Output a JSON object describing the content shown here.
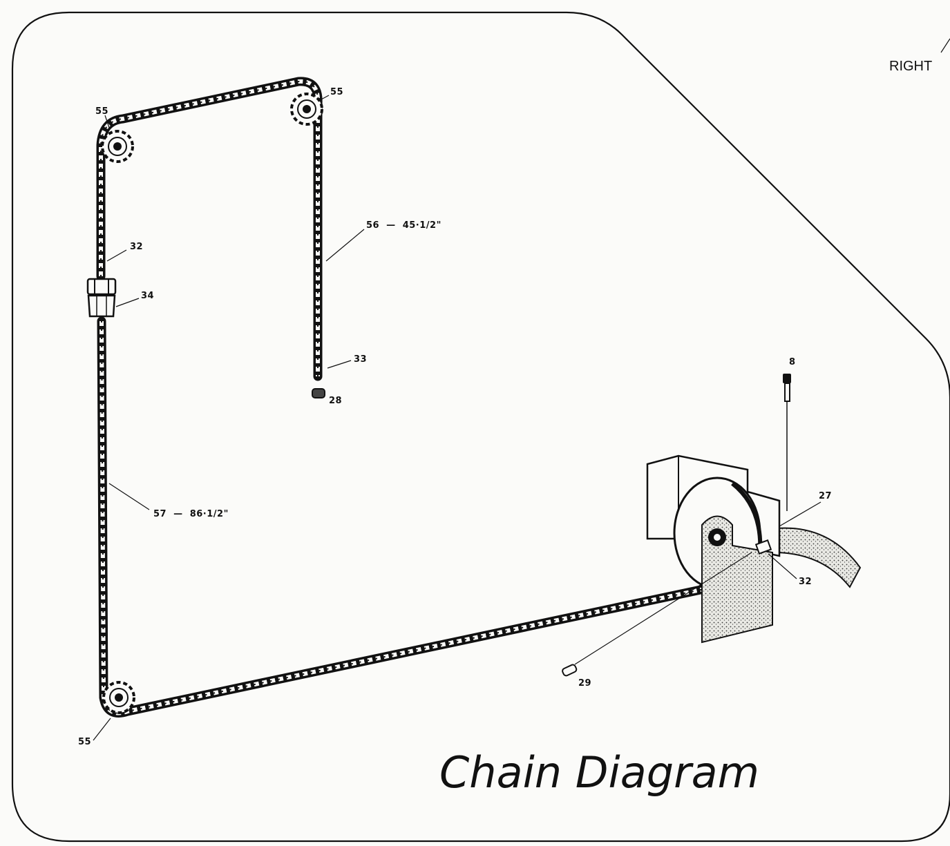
{
  "orientation_label": "RIGHT",
  "title": "Chain Diagram",
  "callouts": {
    "sprocket_top_left": "55",
    "sprocket_top_right": "55",
    "sprocket_bottom_left": "55",
    "part_32_upper": "32",
    "part_34": "34",
    "chain_56": "56  —  45·1/2\"",
    "part_33": "33",
    "part_28": "28",
    "chain_57": "57  —  86·1/2\"",
    "part_8": "8",
    "part_27": "27",
    "part_32_lower": "32",
    "part_29": "29"
  }
}
